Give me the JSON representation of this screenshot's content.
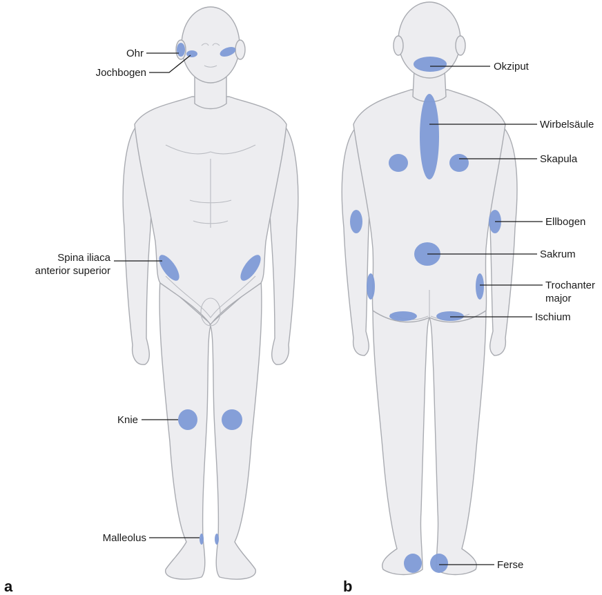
{
  "panels": {
    "front": {
      "letter": "a",
      "labels": {
        "ohr": "Ohr",
        "jochbogen": "Jochbogen",
        "spina_line1": "Spina iliaca",
        "spina_line2": "anterior superior",
        "knie": "Knie",
        "malleolus": "Malleolus"
      }
    },
    "back": {
      "letter": "b",
      "labels": {
        "okziput": "Okziput",
        "wirbelsaeule": "Wirbelsäule",
        "skapula": "Skapula",
        "ellbogen": "Ellbogen",
        "sakrum": "Sakrum",
        "trochanter_line1": "Trochanter",
        "trochanter_line2": "major",
        "ischium": "Ischium",
        "ferse": "Ferse"
      }
    }
  },
  "colors": {
    "pressure_point": "#7f9bd6",
    "body_fill": "#ededf0",
    "body_outline": "#a9abb1",
    "label_text": "#1a1a1a"
  }
}
